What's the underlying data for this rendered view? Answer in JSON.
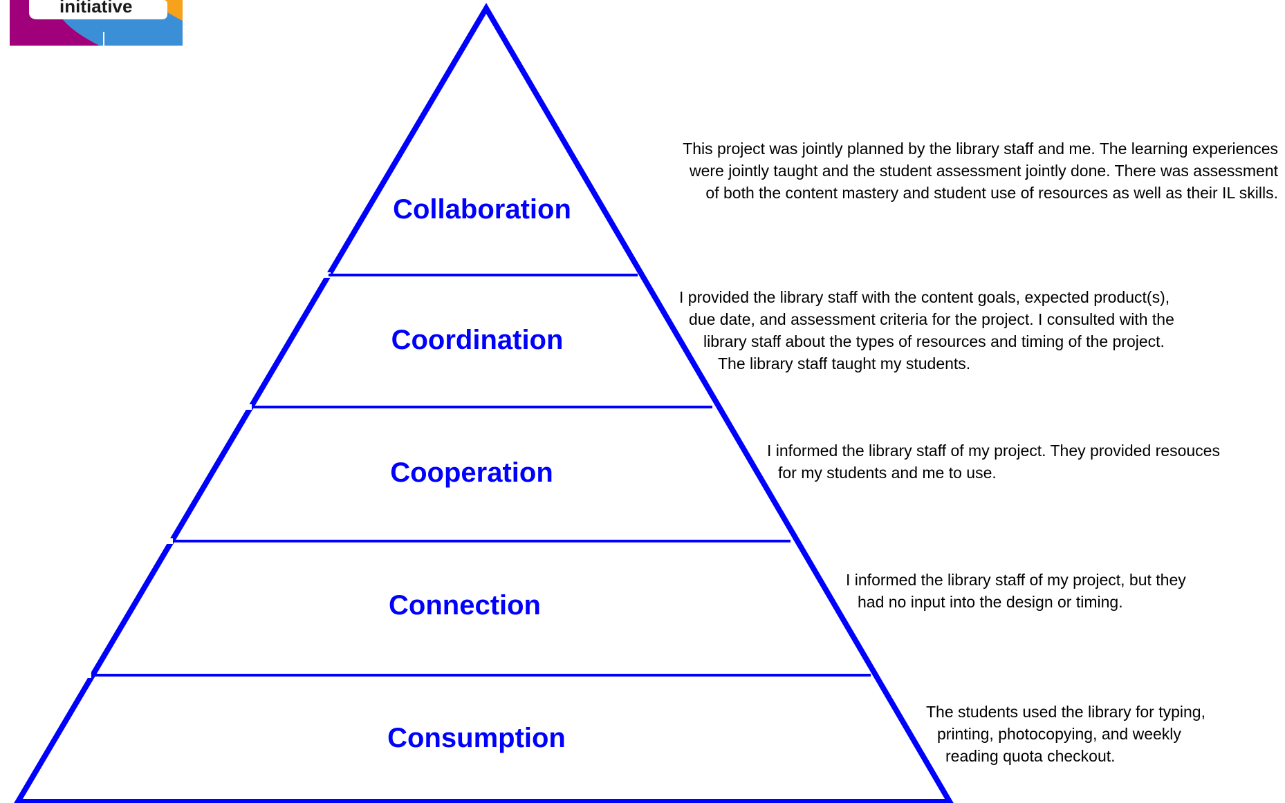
{
  "logo": {
    "text": "initiative",
    "colors": {
      "magenta": "#a0007a",
      "blue": "#3b8fd6",
      "orange": "#f7a21b"
    }
  },
  "pyramid": {
    "line_color": "#0000ff",
    "levels": [
      {
        "label": "Collaboration",
        "description": [
          "This project was jointly planned by the library staff and me.  The learning experiences",
          "were jointly taught and the student assessment jointly done.  There was assessment",
          "of both the content mastery and student use of resources as well as their IL skills."
        ]
      },
      {
        "label": "Coordination",
        "description": [
          "I provided the library staff with the content goals, expected product(s),",
          "due date, and assessment criteria for the project.  I consulted with the",
          "library staff about the types of resources and timing of the project.",
          "The library staff taught my students."
        ]
      },
      {
        "label": "Cooperation",
        "description": [
          "I informed the library staff of my project.  They provided resouces",
          "for my students and me to use."
        ]
      },
      {
        "label": "Connection",
        "description": [
          "I informed the library staff of my project, but they",
          "had no input into the design or timing."
        ]
      },
      {
        "label": "Consumption",
        "description": [
          "The students used the library for typing,",
          "printing, photocopying, and weekly",
          "reading quota checkout."
        ]
      }
    ]
  }
}
